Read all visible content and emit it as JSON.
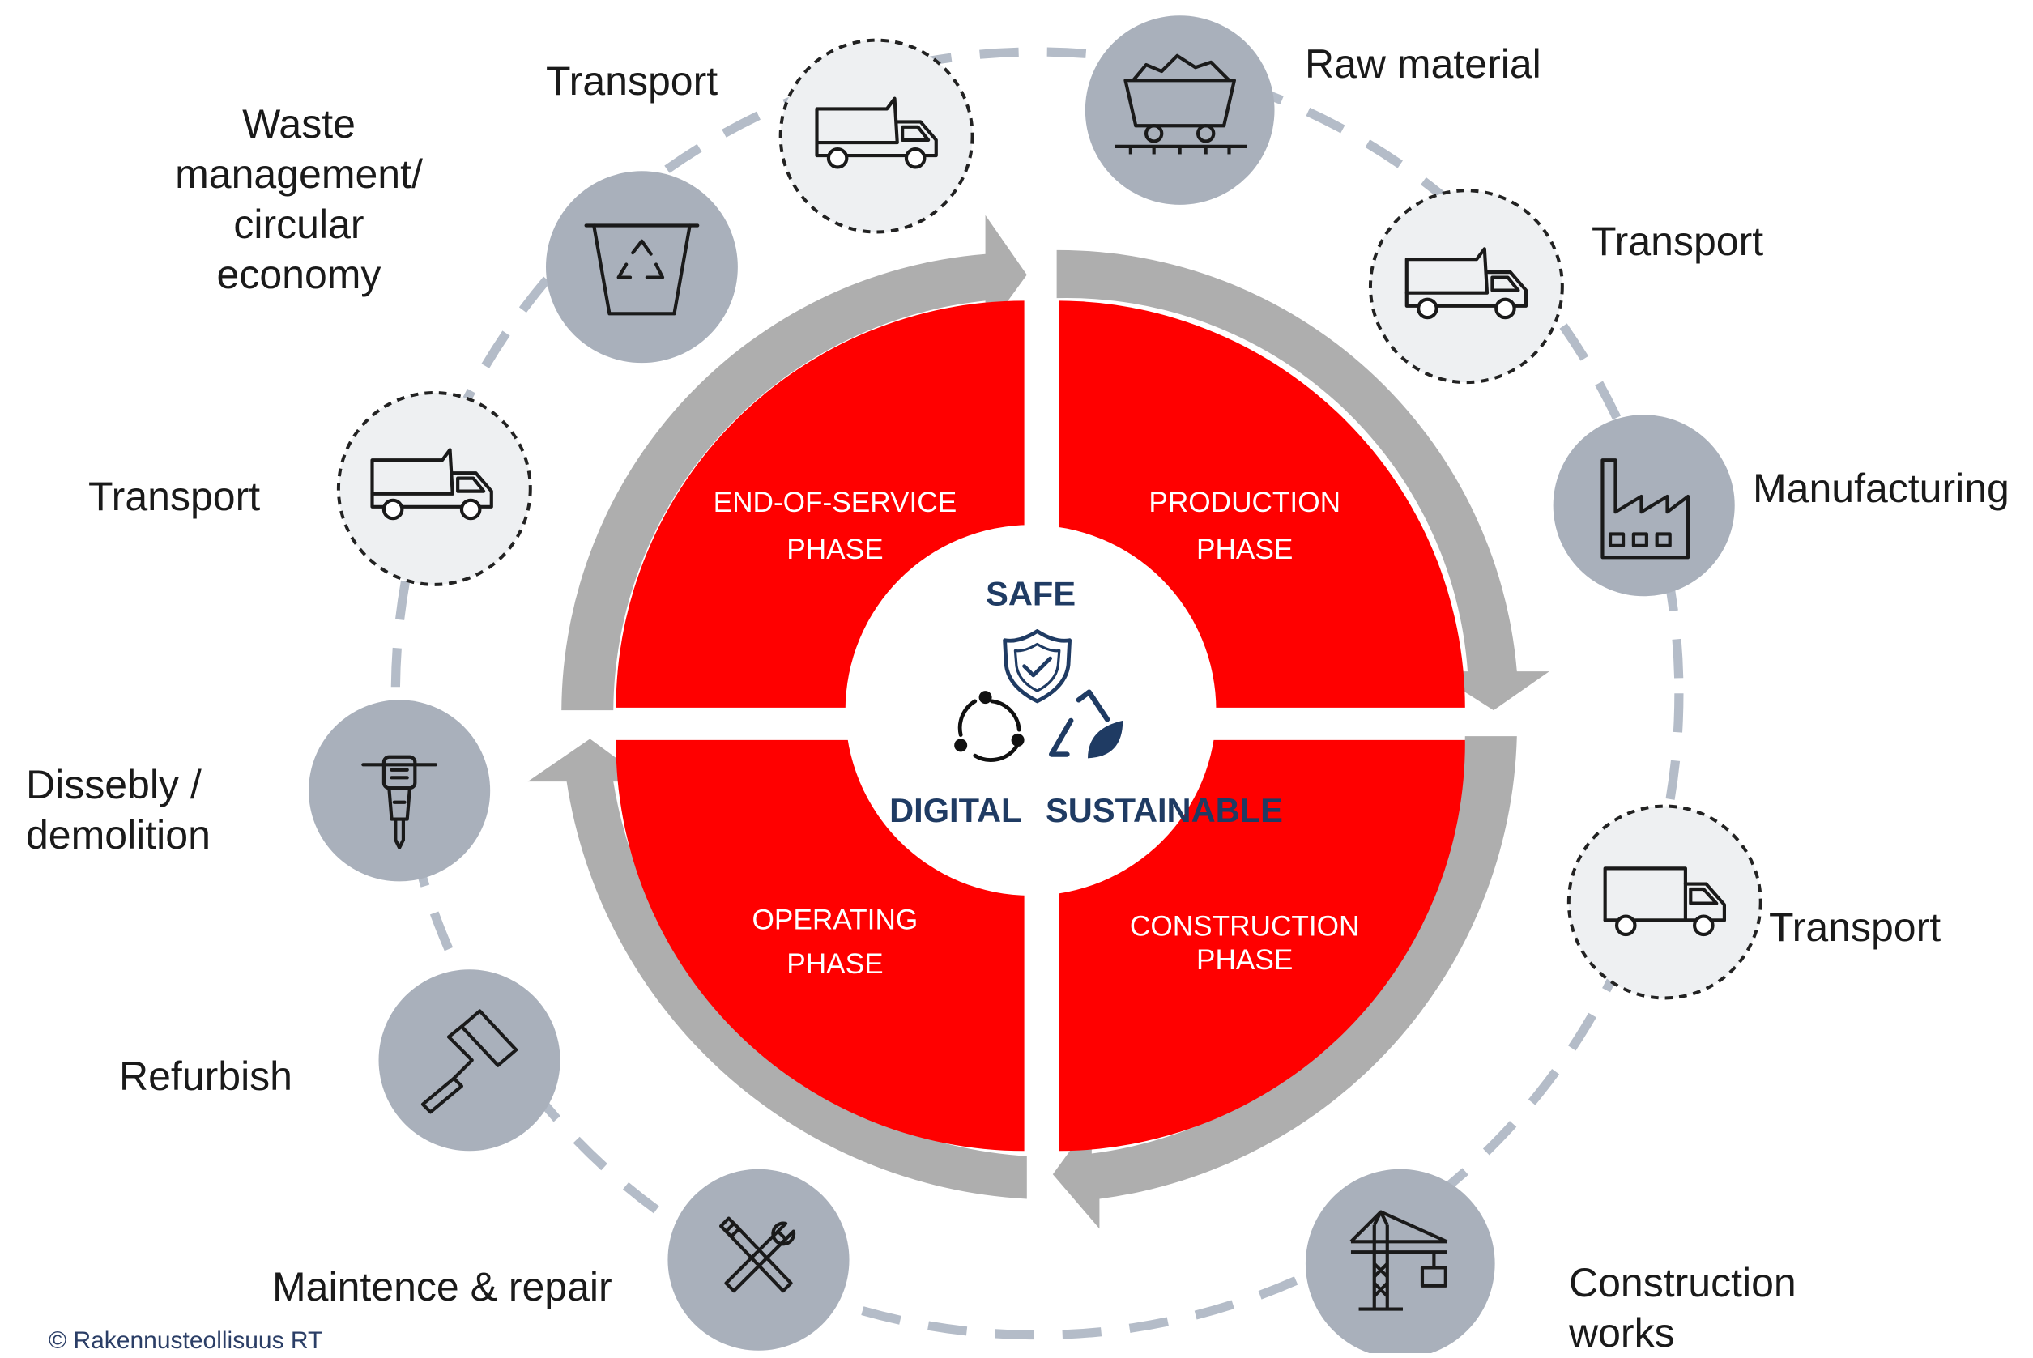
{
  "phases": {
    "end_of_service": {
      "line1": "END-OF-SERVICE",
      "line2": "PHASE"
    },
    "production": {
      "line1": "PRODUCTION",
      "line2": "PHASE"
    },
    "operating": {
      "line1": "OPERATING",
      "line2": "PHASE"
    },
    "construction": {
      "line1": "CONSTRUCTION",
      "line2": "PHASE"
    }
  },
  "center": {
    "safe": "SAFE",
    "digital": "DIGITAL",
    "sustainable": "SUSTAINABLE"
  },
  "stages": {
    "raw_material": "Raw material",
    "transport_1": "Transport",
    "manufacturing": "Manufacturing",
    "transport_2": "Transport",
    "construction_works": [
      "Construction",
      "works"
    ],
    "maintenance_repair": "Maintence & repair",
    "refurbish": "Refurbish",
    "disassembly": [
      "Dissebly /",
      "demolition"
    ],
    "transport_3": "Transport",
    "waste_management": [
      "Waste",
      "management/",
      "circular",
      "economy"
    ],
    "transport_4": "Transport"
  },
  "credit": "© Rakennusteollisuus RT",
  "colors": {
    "phase_red": "#ff0000",
    "arrow_gray": "#aeaeae",
    "icon_circle": "#a9b0bb",
    "transport_circle": "#eef0f2",
    "center_text": "#1f3b63",
    "dash_ring": "#b4bcc8"
  },
  "icons": {
    "raw_material": "ore-cart-icon",
    "transport": "dump-truck-icon",
    "manufacturing": "factory-icon",
    "transport_box": "box-truck-icon",
    "construction_works": "tower-crane-icon",
    "maintenance_repair": "wrench-screwdriver-icon",
    "refurbish": "paint-roller-icon",
    "disassembly": "jackhammer-icon",
    "waste_management": "recycle-bin-icon",
    "safe": "shield-check-icon",
    "digital": "cycle-nodes-icon",
    "sustainable": "recycle-leaf-icon"
  }
}
